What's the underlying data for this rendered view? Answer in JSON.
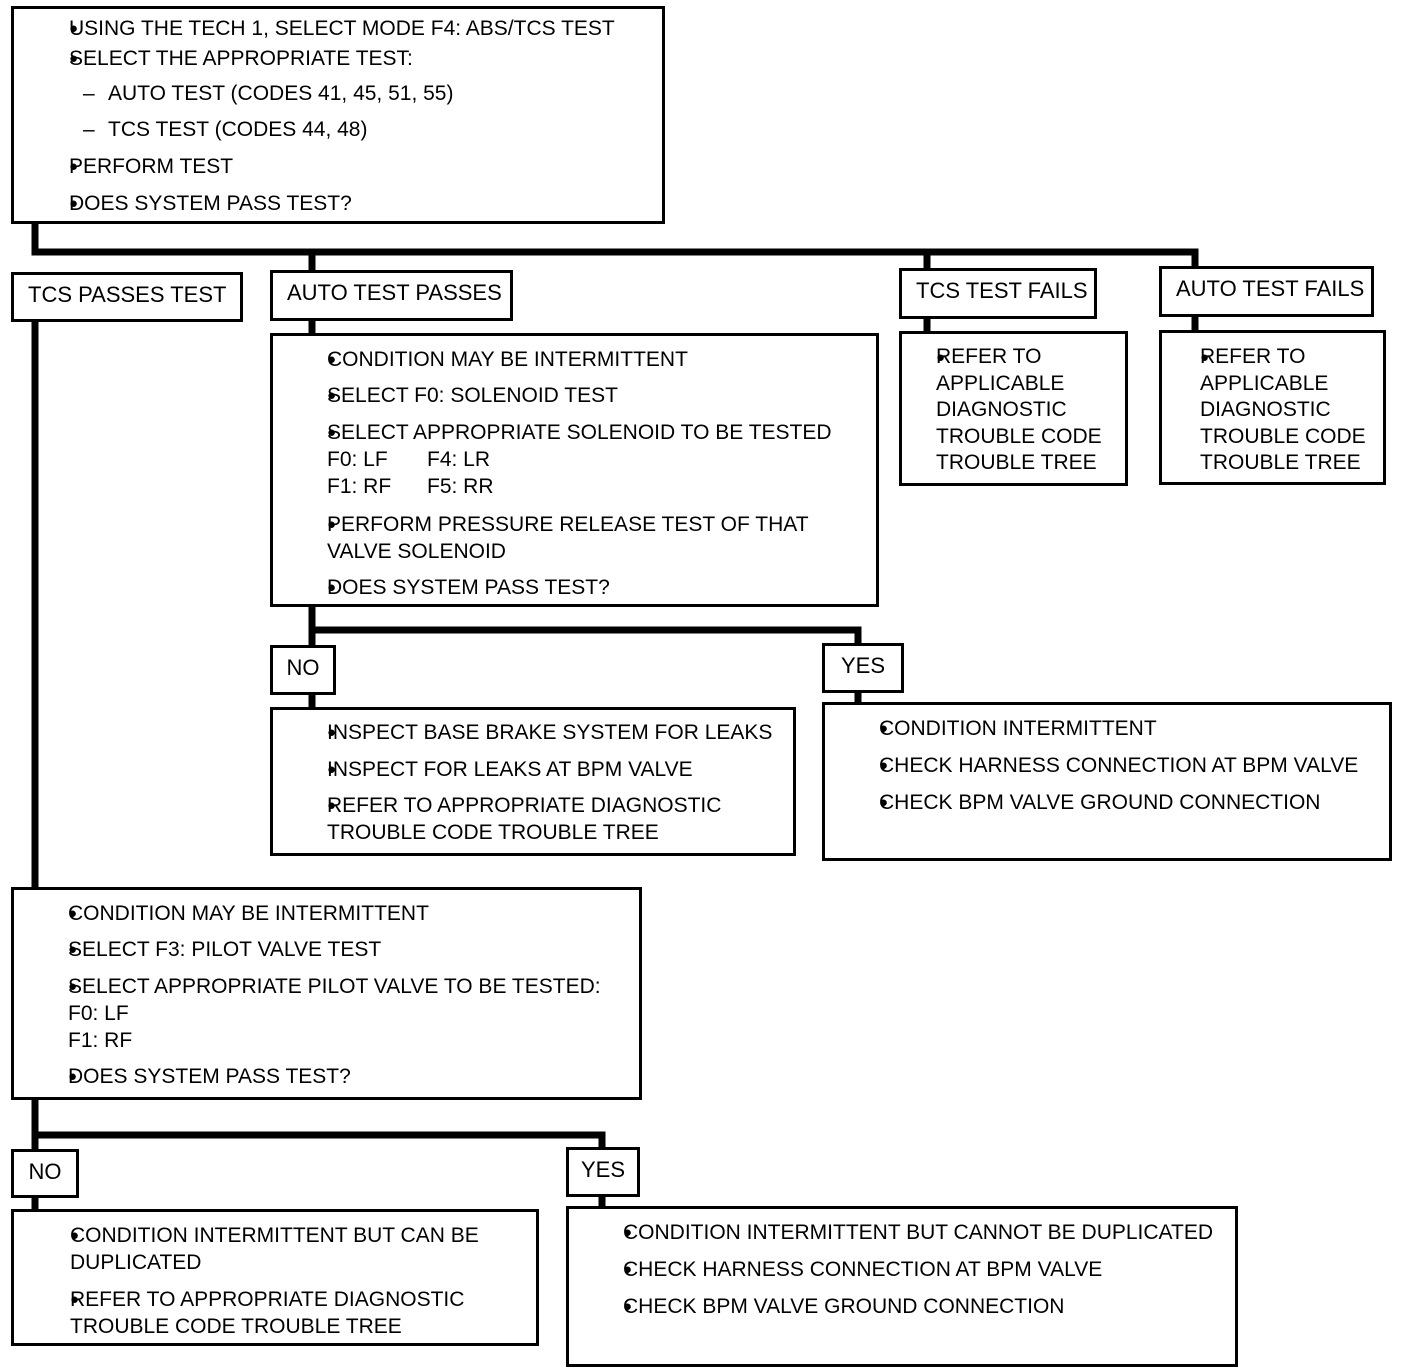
{
  "start_box": {
    "line1": "USING THE TECH 1, SELECT MODE F4: ABS/TCS TEST",
    "line2": "SELECT THE APPROPRIATE TEST:",
    "sub1": "AUTO TEST (CODES 41, 45, 51, 55)",
    "sub2": "TCS TEST (CODES 44, 48)",
    "line3": "PERFORM TEST",
    "line4": "DOES SYSTEM PASS TEST?",
    "dash": "–"
  },
  "labels": {
    "tcs_passes": "TCS PASSES TEST",
    "auto_passes": "AUTO TEST PASSES",
    "tcs_fails": "TCS TEST FAILS",
    "auto_fails": "AUTO TEST FAILS",
    "no1": "NO",
    "yes1": "YES",
    "no2": "NO",
    "yes2": "YES"
  },
  "refer_box": {
    "l1": "REFER TO",
    "l2": "APPLICABLE",
    "l3": "DIAGNOSTIC",
    "l4": "TROUBLE CODE",
    "l5": "TROUBLE TREE"
  },
  "solenoid_box": {
    "l1": "CONDITION MAY BE INTERMITTENT",
    "l2": "SELECT F0: SOLENOID TEST",
    "l3": "SELECT APPROPRIATE SOLENOID TO BE TESTED",
    "c1": "F0: LF",
    "c2": "F4: LR",
    "c3": "F1: RF",
    "c4": "F5: RR",
    "l4a": "PERFORM PRESSURE RELEASE TEST OF THAT",
    "l4b": "VALVE SOLENOID",
    "l5": "DOES SYSTEM PASS TEST?"
  },
  "sol_no_box": {
    "l1": "INSPECT BASE BRAKE SYSTEM FOR LEAKS",
    "l2": "INSPECT FOR LEAKS AT BPM VALVE",
    "l3a": "REFER TO APPROPRIATE DIAGNOSTIC",
    "l3b": "TROUBLE CODE TROUBLE TREE"
  },
  "sol_yes_box": {
    "l1": "CONDITION INTERMITTENT",
    "l2": "CHECK HARNESS CONNECTION AT BPM VALVE",
    "l3": "CHECK BPM VALVE GROUND CONNECTION"
  },
  "pilot_box": {
    "l1": "CONDITION MAY BE INTERMITTENT",
    "l2": "SELECT F3: PILOT VALVE TEST",
    "l3": "SELECT APPROPRIATE PILOT VALVE TO BE TESTED:",
    "c1": "F0: LF",
    "c2": "F1: RF",
    "l4": "DOES SYSTEM PASS TEST?"
  },
  "pilot_no_box": {
    "l1a": "CONDITION INTERMITTENT BUT CAN BE",
    "l1b": "DUPLICATED",
    "l2a": "REFER TO APPROPRIATE DIAGNOSTIC",
    "l2b": "TROUBLE CODE TROUBLE TREE"
  },
  "pilot_yes_box": {
    "l1": "CONDITION INTERMITTENT BUT CANNOT BE DUPLICATED",
    "l2": "CHECK HARNESS CONNECTION AT BPM VALVE",
    "l3": "CHECK BPM VALVE GROUND CONNECTION"
  }
}
